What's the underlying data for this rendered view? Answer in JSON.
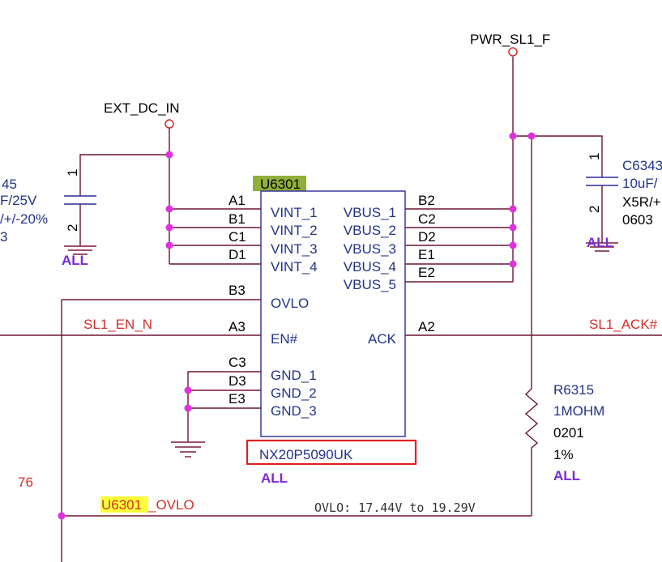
{
  "nets": {
    "ext_dc_in": "EXT_DC_IN",
    "pwr_sl1_f": "PWR_SL1_F",
    "sl1_en_n": "SL1_EN_N",
    "sl1_ack": "SL1_ACK#",
    "ovlo_ref": "U6301",
    "ovlo_suffix": "_OVLO",
    "sheet_ref": "76"
  },
  "ic": {
    "ref": "U6301",
    "part": "NX20P5090UK",
    "variant": "ALL",
    "left_pins": [
      {
        "ball": "A1",
        "name": "VINT_1"
      },
      {
        "ball": "B1",
        "name": "VINT_2"
      },
      {
        "ball": "C1",
        "name": "VINT_3"
      },
      {
        "ball": "D1",
        "name": "VINT_4"
      },
      {
        "ball": "B3",
        "name": "OVLO"
      },
      {
        "ball": "A3",
        "name": "EN#"
      },
      {
        "ball": "C3",
        "name": "GND_1"
      },
      {
        "ball": "D3",
        "name": "GND_2"
      },
      {
        "ball": "E3",
        "name": "GND_3"
      }
    ],
    "right_pins": [
      {
        "ball": "B2",
        "name": "VBUS_1"
      },
      {
        "ball": "C2",
        "name": "VBUS_2"
      },
      {
        "ball": "D2",
        "name": "VBUS_3"
      },
      {
        "ball": "E1",
        "name": "VBUS_4"
      },
      {
        "ball": "E2",
        "name": "VBUS_5"
      },
      {
        "ball": "A2",
        "name": "ACK"
      }
    ]
  },
  "cap_left": {
    "ref": "45",
    "value": "F/25V",
    "tol": "/+/-20%",
    "pkg": "3",
    "pin1": "1",
    "pin2": "2",
    "variant": "ALL"
  },
  "cap_right": {
    "ref": "C6343",
    "value": "10uF/",
    "dielectric": "X5R/+",
    "pkg": "0603",
    "pin1": "1",
    "pin2": "2",
    "variant": "ALL"
  },
  "resistor": {
    "ref": "R6315",
    "value": "1MOHM",
    "pkg": "0201",
    "tol": "1%",
    "variant": "ALL"
  },
  "note": "OVLO: 17.44V to 19.29V",
  "colors": {
    "wire": "#6b1535",
    "net_label": "#d0302a",
    "ic_outline": "#2a2a9a",
    "junction": "#e030e0",
    "variant": "#7a2ad8",
    "ref_highlight": "#8fae3a",
    "ovlo_highlight": "#ffff3a",
    "selection_box": "#e02020"
  }
}
